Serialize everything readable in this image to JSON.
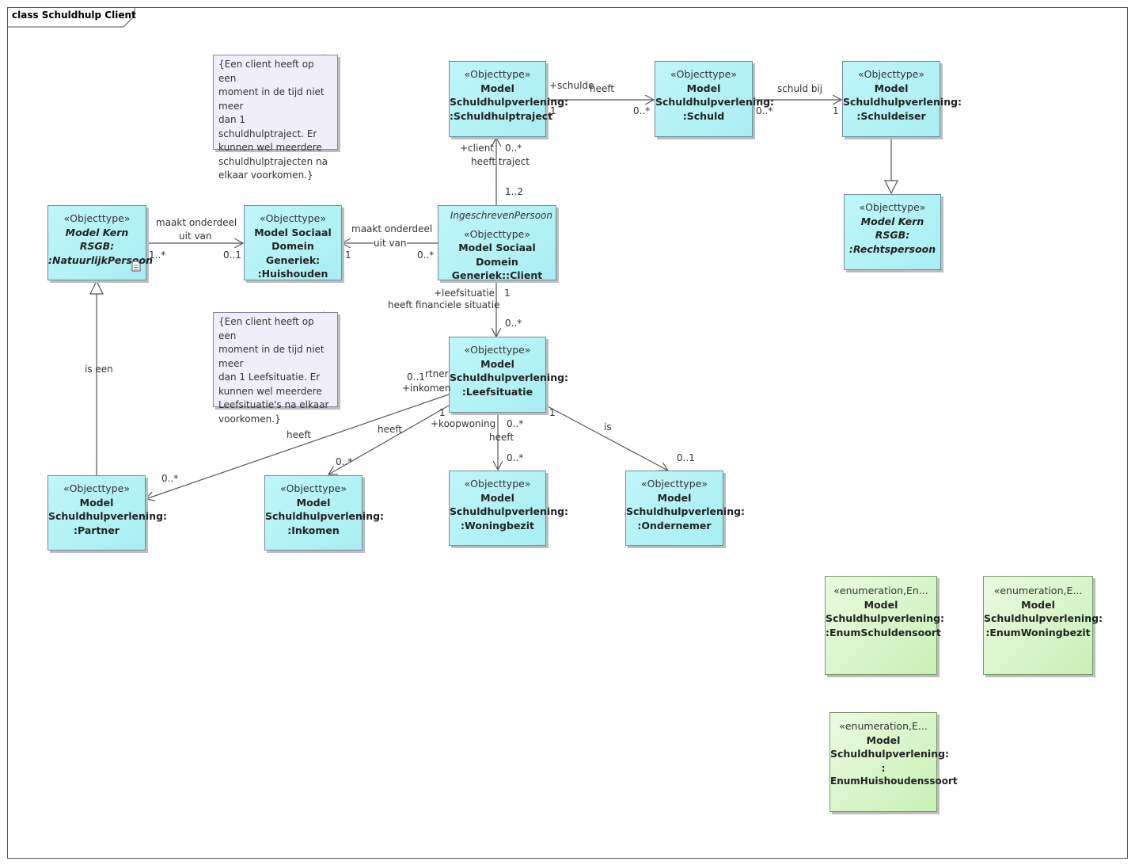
{
  "frame": {
    "title": "class Schuldhulp Client"
  },
  "classes": {
    "schuldhulptraject": {
      "stereotype": "«Objecttype»",
      "line1": "Model",
      "line2": "Schuldhulpverlening:",
      "line3": ":Schuldhulptraject"
    },
    "schuld": {
      "stereotype": "«Objecttype»",
      "line1": "Model",
      "line2": "Schuldhulpverlening:",
      "line3": ":Schuld"
    },
    "schuldeiser": {
      "stereotype": "«Objecttype»",
      "line1": "Model",
      "line2": "Schuldhulpverlening:",
      "line3": ":Schuldeiser"
    },
    "rechtspersoon": {
      "stereotype": "«Objecttype»",
      "line1": "Model Kern RSGB:",
      "line2": ":Rechtspersoon"
    },
    "natuurlijkpersoon": {
      "stereotype": "«Objecttype»",
      "line1": "Model Kern RSGB:",
      "line2": ":NatuurlijkPersoon"
    },
    "huishouden": {
      "stereotype": "«Objecttype»",
      "line1": "Model Sociaal",
      "line2": "Domein Generiek:",
      "line3": ":Huishouden"
    },
    "client": {
      "parent": "IngeschrevenPersoon",
      "stereotype": "«Objecttype»",
      "line1": "Model Sociaal Domein",
      "line2": "Generiek::Client"
    },
    "leefsituatie": {
      "stereotype": "«Objecttype»",
      "line1": "Model",
      "line2": "Schuldhulpverlening:",
      "line3": ":Leefsituatie"
    },
    "partner": {
      "stereotype": "«Objecttype»",
      "line1": "Model",
      "line2": "Schuldhulpverlening:",
      "line3": ":Partner"
    },
    "inkomen": {
      "stereotype": "«Objecttype»",
      "line1": "Model",
      "line2": "Schuldhulpverlening:",
      "line3": ":Inkomen"
    },
    "woningbezit": {
      "stereotype": "«Objecttype»",
      "line1": "Model",
      "line2": "Schuldhulpverlening:",
      "line3": ":Woningbezit"
    },
    "ondernemer": {
      "stereotype": "«Objecttype»",
      "line1": "Model",
      "line2": "Schuldhulpverlening:",
      "line3": ":Ondernemer"
    }
  },
  "enums": {
    "schuldensoort": {
      "stereotype": "«enumeration,En...",
      "line1": "Model",
      "line2": "Schuldhulpverlening:",
      "line3": ":EnumSchuldensoort"
    },
    "woningbezit": {
      "stereotype": "«enumeration,E...",
      "line1": "Model",
      "line2": "Schuldhulpverlening:",
      "line3": ":EnumWoningbezit"
    },
    "huishoudenssoort": {
      "stereotype": "«enumeration,E...",
      "line1": "Model",
      "line2": "Schuldhulpverlening:",
      "line3": ":",
      "line4": "EnumHuishoudenssoort"
    }
  },
  "notes": {
    "schuldhulptraject": [
      "{Een client heeft op een",
      "moment in de tijd niet meer",
      "dan 1 schuldhulptraject. Er",
      "kunnen wel meerdere",
      "schuldhulptrajecten na",
      "elkaar voorkomen.}"
    ],
    "leefsituatie": [
      "{Een client heeft op een",
      "moment in de tijd niet meer",
      "dan 1 Leefsituatie. Er",
      "kunnen wel meerdere",
      "Leefsituatie's na elkaar",
      "voorkomen.}"
    ]
  },
  "labels": {
    "traject_schuld_role": "+schulde",
    "traject_schuld_name": "heeft",
    "traject_schuld_m1": "1",
    "traject_schuld_m2": "0..*",
    "schuld_eiser_name": "schuld bij",
    "schuld_eiser_m1": "0..*",
    "schuld_eiser_m2": "1",
    "client_traject_role": "+client",
    "client_traject_m1": "0..*",
    "client_traject_name": "heeft traject",
    "client_traject_m2": "1..2",
    "np_hh_name1": "maakt onderdeel",
    "np_hh_name2": "uit van",
    "np_hh_m1": "1..*",
    "np_hh_m2": "0..1",
    "client_hh_name1": "maakt onderdeel",
    "client_hh_name2": "uit van",
    "client_hh_m1": "1",
    "client_hh_m2": "0..*",
    "client_leef_role": "+leefsituatie",
    "client_leef_name": "heeft financiele situatie",
    "client_leef_m1": "1",
    "client_leef_m2": "0..*",
    "is_een": "is een",
    "partner_role": "rtner",
    "partner_m1": "0..1",
    "inkomen_role": "+inkomen",
    "partner_name": "heeft",
    "partner_m2": "0..*",
    "inkomen_name": "heeft",
    "inkomen_m1": "1",
    "inkomen_m2": "0..*",
    "woning_role": "+koopwoning",
    "woning_m1": "0..*",
    "woning_name": "heeft",
    "woning_m2": "0..*",
    "ondernemer_m1": "1",
    "ondernemer_name": "is",
    "ondernemer_m2": "0..1"
  }
}
